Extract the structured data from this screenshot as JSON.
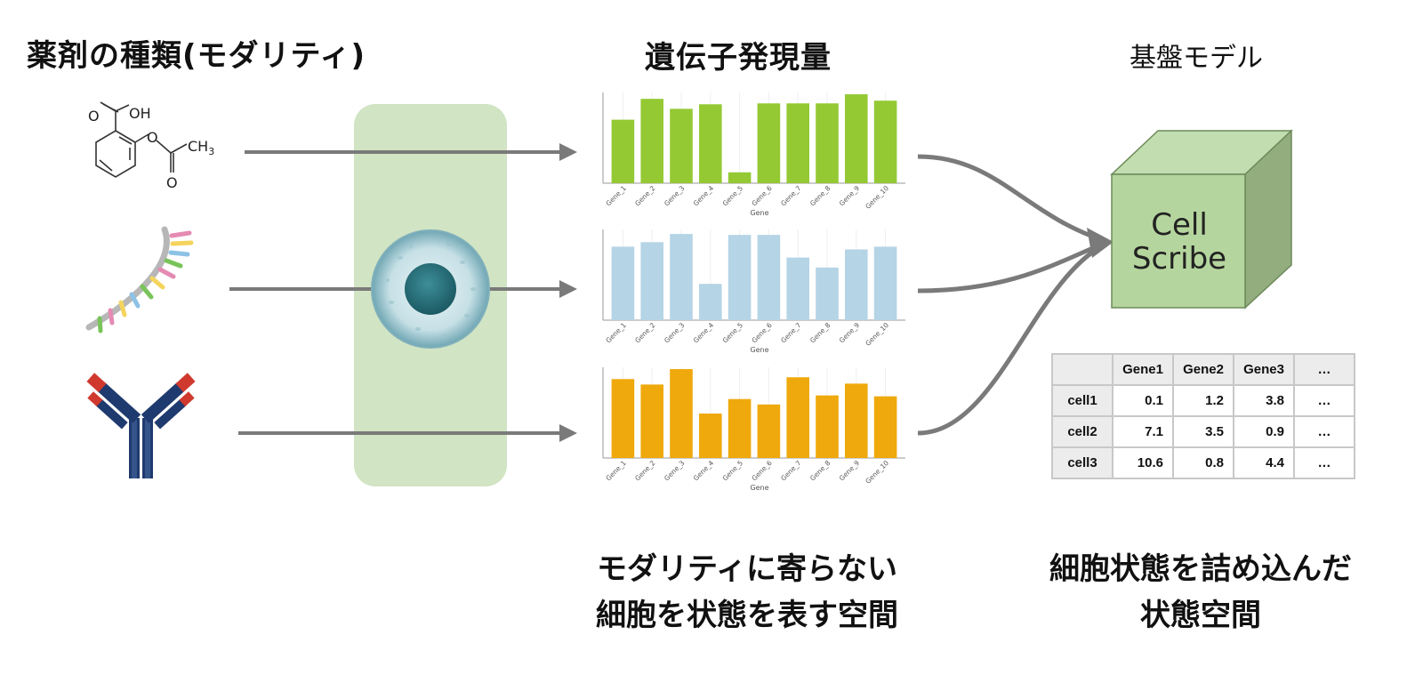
{
  "headers": {
    "modality": "薬剤の種類(モダリティ)",
    "expression": "遺伝子発現量",
    "foundation": "基盤モデル"
  },
  "molecule": {
    "oh_label": "OH",
    "o_label": "O",
    "ch3_label": "CH",
    "ch3_sub": "3"
  },
  "model": {
    "name_line1": "Cell",
    "name_line2": "Scribe"
  },
  "captions": {
    "middle_line1": "モダリティに寄らない",
    "middle_line2": "細胞を状態を表す空間",
    "right_line1": "細胞状態を詰め込んだ",
    "right_line2": "状態空間"
  },
  "table": {
    "columns": [
      "Gene1",
      "Gene2",
      "Gene3",
      "…"
    ],
    "rows": [
      {
        "name": "cell1",
        "values": [
          "0.1",
          "1.2",
          "3.8",
          "…"
        ]
      },
      {
        "name": "cell2",
        "values": [
          "7.1",
          "3.5",
          "0.9",
          "…"
        ]
      },
      {
        "name": "cell3",
        "values": [
          "10.6",
          "0.8",
          "4.4",
          "…"
        ]
      }
    ]
  },
  "chart_data": [
    {
      "type": "bar",
      "categories": [
        "Gene_1",
        "Gene_2",
        "Gene_3",
        "Gene_4",
        "Gene_5",
        "Gene_6",
        "Gene_7",
        "Gene_8",
        "Gene_9",
        "Gene_10"
      ],
      "values": [
        0.7,
        0.93,
        0.82,
        0.87,
        0.12,
        0.88,
        0.88,
        0.88,
        0.98,
        0.91
      ],
      "xlabel": "Gene",
      "ylim": [
        0,
        1
      ],
      "color": "#94c934"
    },
    {
      "type": "bar",
      "categories": [
        "Gene_1",
        "Gene_2",
        "Gene_3",
        "Gene_4",
        "Gene_5",
        "Gene_6",
        "Gene_7",
        "Gene_8",
        "Gene_9",
        "Gene_10"
      ],
      "values": [
        0.81,
        0.86,
        0.95,
        0.4,
        0.94,
        0.94,
        0.69,
        0.58,
        0.78,
        0.81
      ],
      "xlabel": "Gene",
      "ylim": [
        0,
        1
      ],
      "color": "#b5d4e6"
    },
    {
      "type": "bar",
      "categories": [
        "Gene_1",
        "Gene_2",
        "Gene_3",
        "Gene_4",
        "Gene_5",
        "Gene_6",
        "Gene_7",
        "Gene_8",
        "Gene_9",
        "Gene_10"
      ],
      "values": [
        0.87,
        0.81,
        0.98,
        0.49,
        0.65,
        0.59,
        0.89,
        0.69,
        0.82,
        0.68
      ],
      "xlabel": "Gene",
      "ylim": [
        0,
        1
      ],
      "color": "#efa90c"
    }
  ]
}
